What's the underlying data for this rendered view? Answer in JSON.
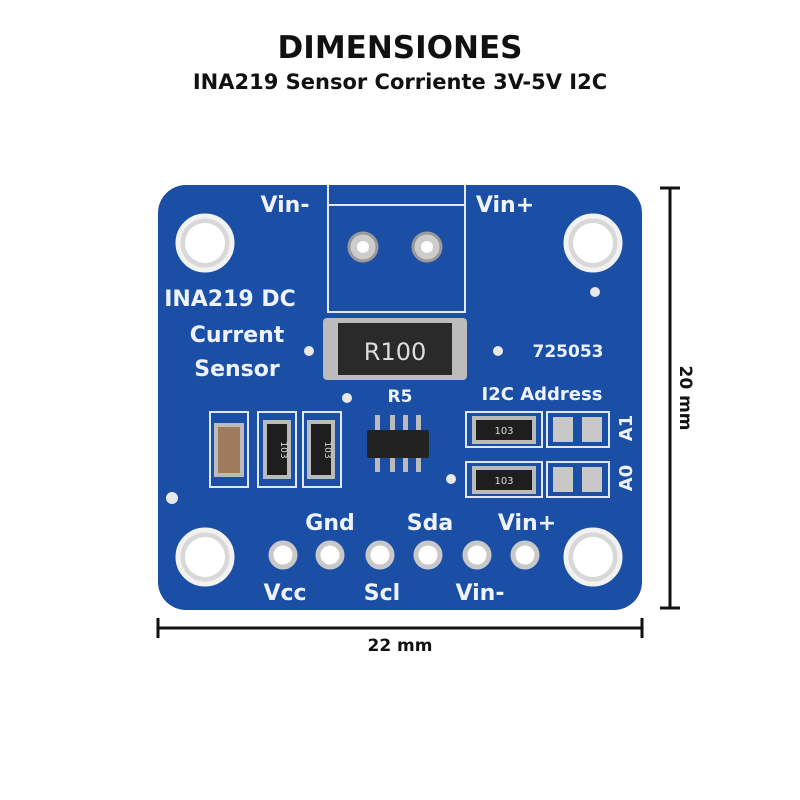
{
  "title": "DIMENSIONES",
  "subtitle": "INA219 Sensor Corriente 3V-5V I2C",
  "board": {
    "top_left_label": "Vin-",
    "top_right_label": "Vin+",
    "name_line1": "INA219 DC",
    "name_line2": "Current",
    "name_line3": "Sensor",
    "serial": "725053",
    "shunt_label": "R100",
    "ref_r5": "R5",
    "i2c_label": "I2C Address",
    "a1": "A1",
    "a0": "A0",
    "smd_code": "103",
    "pins_top": [
      "Gnd",
      "Sda",
      "Vin+"
    ],
    "pins_bottom": [
      "Vcc",
      "Scl",
      "Vin-"
    ]
  },
  "dimensions": {
    "height": "20 mm",
    "width": "22 mm"
  },
  "colors": {
    "pcb": "#1b4fa6",
    "silk": "#eef3ff"
  }
}
